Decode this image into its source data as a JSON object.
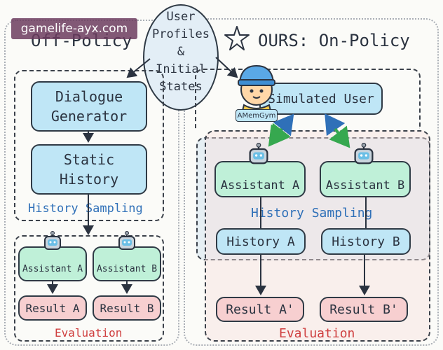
{
  "watermark": "gamelife-ayx.com",
  "center": {
    "lines": [
      "User",
      "Profiles",
      "&",
      "Initial",
      "States"
    ]
  },
  "left": {
    "title": "Off-Policy",
    "dialogue_generator": [
      "Dialogue",
      "Generator"
    ],
    "static_history": [
      "Static",
      "History"
    ],
    "history_sampling": "History Sampling",
    "assistant_a": "Assistant A",
    "assistant_b": "Assistant B",
    "result_a": "Result A",
    "result_b": "Result B",
    "evaluation": "Evaluation"
  },
  "right": {
    "title": "OURS: On-Policy",
    "simulated_user": "Simulated User",
    "badge": "AMemGym",
    "assistant_a": "Assistant A",
    "assistant_b": "Assistant B",
    "history_sampling": "History Sampling",
    "history_a": "History A",
    "history_b": "History B",
    "result_a": "Result A'",
    "result_b": "Result B'",
    "evaluation": "Evaluation"
  },
  "colors": {
    "blue_box": "#bfe6f6",
    "green_box": "#bff0d8",
    "pink_box": "#f7cfd0",
    "label_blue": "#2f70b8",
    "label_red": "#cf3f3f"
  }
}
